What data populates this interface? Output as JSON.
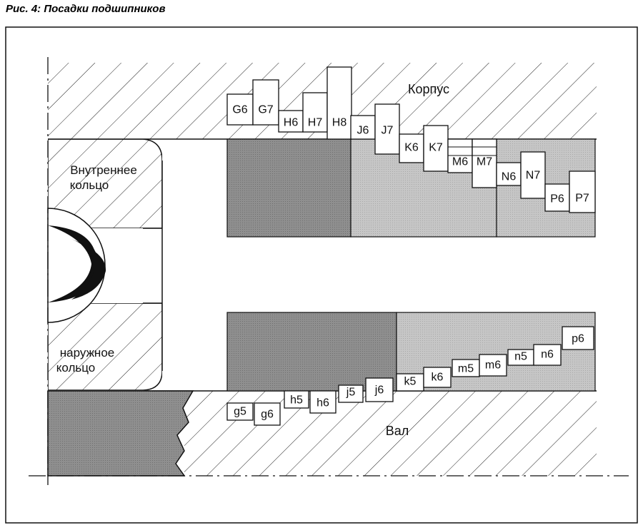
{
  "title": "Рис. 4: Посадки подшипников",
  "labels": {
    "housing": "Корпус",
    "inner_ring": [
      "Внутреннее",
      "кольцо"
    ],
    "outer_ring": [
      "наружное",
      "кольцо"
    ],
    "shaft": "Вал"
  },
  "housing_fits": [
    "G6",
    "G7",
    "H6",
    "H7",
    "H8",
    "J6",
    "J7",
    "K6",
    "K7",
    "M6",
    "M7",
    "N6",
    "N7",
    "P6",
    "P7"
  ],
  "shaft_fits": [
    "g5",
    "g6",
    "h5",
    "h6",
    "j5",
    "j6",
    "k5",
    "k6",
    "m5",
    "m6",
    "n5",
    "n6",
    "p6"
  ],
  "colors": {
    "line": "#111111",
    "shade_dark": "#8c8c8c",
    "shade_light": "#c4c4c4",
    "hatch": "#222222"
  }
}
